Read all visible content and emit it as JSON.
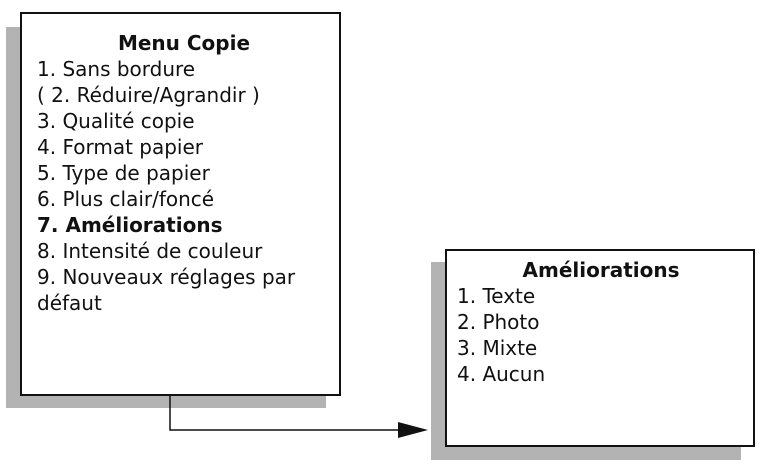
{
  "copy_menu": {
    "title": "Menu Copie",
    "items": [
      {
        "label": "1. Sans bordure"
      },
      {
        "label": "( 2. Réduire/Agrandir )"
      },
      {
        "label": "3. Qualité copie"
      },
      {
        "label": "4. Format papier"
      },
      {
        "label": "5. Type de papier"
      },
      {
        "label": "6. Plus clair/foncé"
      },
      {
        "label": "7. Améliorations"
      },
      {
        "label": "8. Intensité de couleur"
      },
      {
        "label": "9. Nouveaux réglages par défaut"
      }
    ]
  },
  "enhancements_menu": {
    "title": "Améliorations",
    "items": [
      {
        "label": "1. Texte"
      },
      {
        "label": "2. Photo"
      },
      {
        "label": "3. Mixte"
      },
      {
        "label": "4. Aucun"
      }
    ]
  },
  "colors": {
    "border": "#111111",
    "shadow": "#b3b3b3",
    "background": "#ffffff"
  }
}
